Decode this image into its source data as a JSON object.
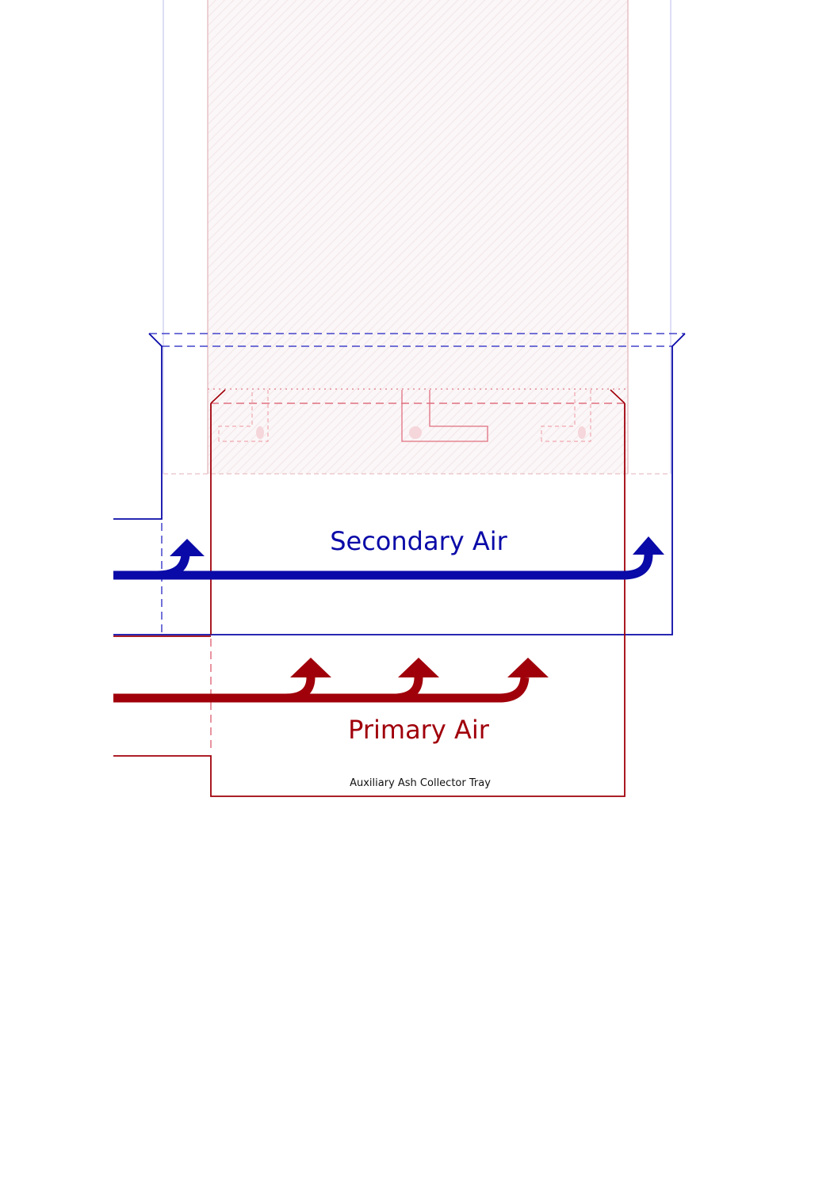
{
  "colors": {
    "secondary": "#0a0aa8",
    "primary": "#a0000a",
    "secondary_faint": "#b8b8ee",
    "primary_faint": "#e8b0b4",
    "hatch_fill": "#f8f0f2",
    "label_dark": "#111111"
  },
  "labels": {
    "secondary_air": "Secondary Air",
    "primary_air": "Primary Air",
    "tray": "Auxiliary Ash Collector Tray"
  }
}
